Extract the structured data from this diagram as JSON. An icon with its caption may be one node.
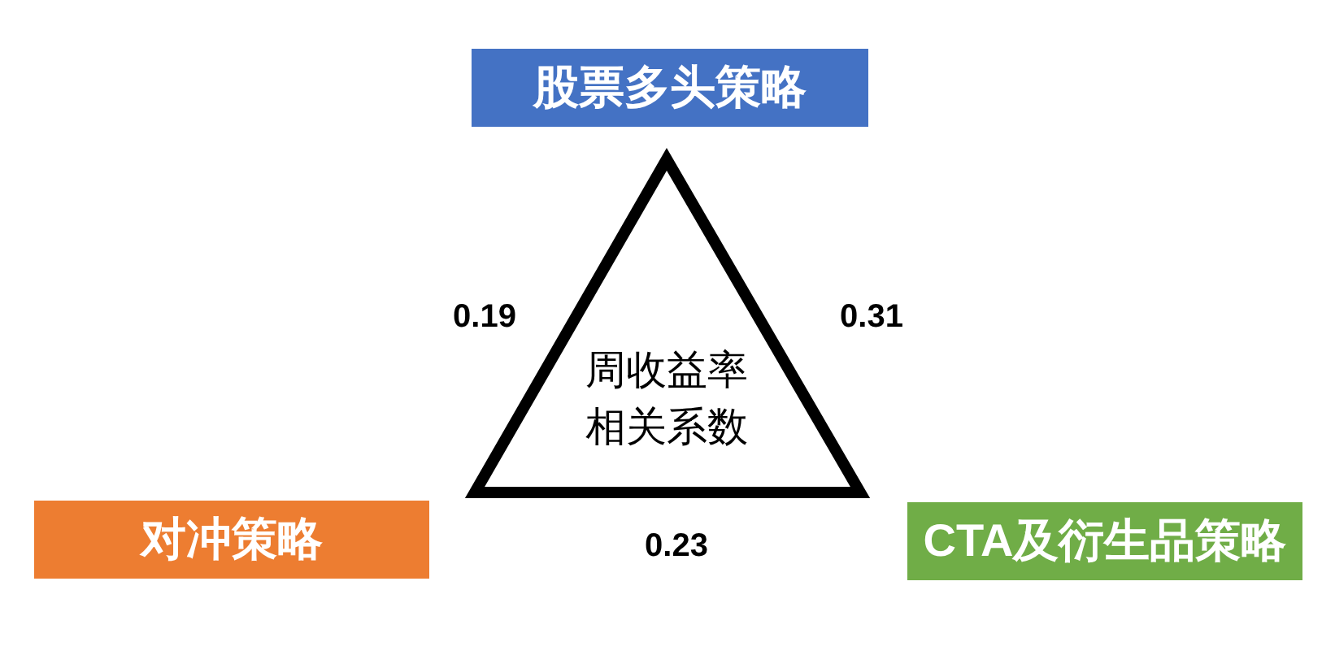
{
  "diagram": {
    "nodes": [
      {
        "text": [
          "股票多头策略"
        ]
      },
      {
        "text": [
          "周收益率相关系数"
        ]
      },
      {
        "text": [
          "对冲策略"
        ]
      },
      {
        "text": [
          "CTA及衍生品策略"
        ]
      }
    ],
    "labels": [
      "0.19",
      "0.31",
      "0.23"
    ]
  }
}
